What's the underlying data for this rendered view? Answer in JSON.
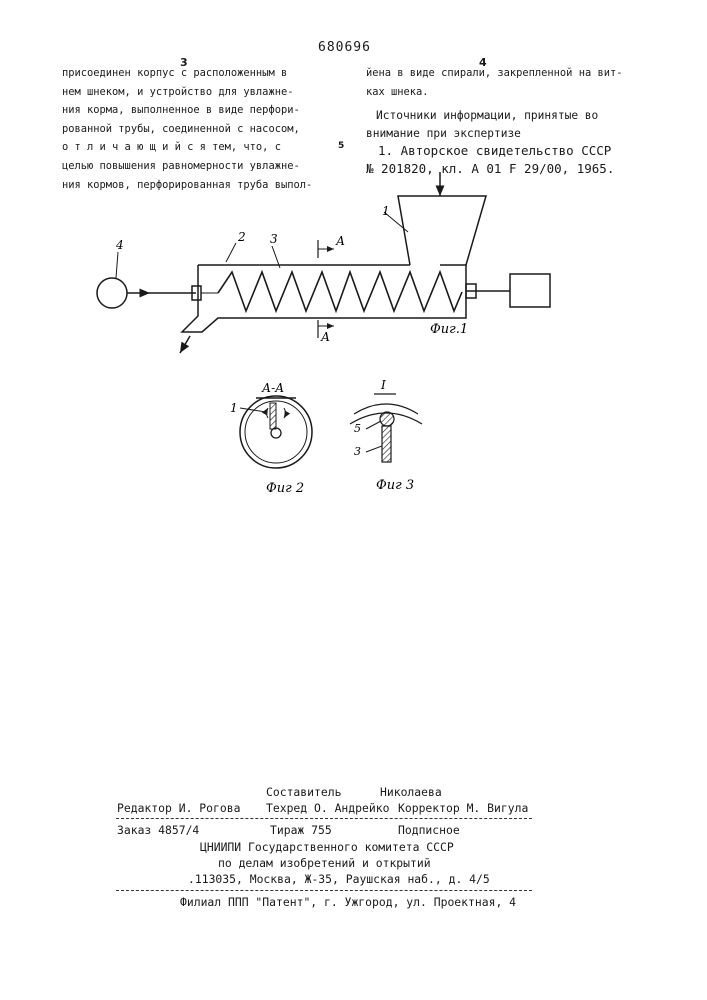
{
  "doc_number": "680696",
  "col_left_number": "3",
  "col_right_number": "4",
  "line_marker": "5",
  "left_lines": [
    "присоединен корпус с расположенным в",
    "нем шнеком, и устройство для увлажне-",
    "ния корма, выполненное в виде перфори-",
    "рованной трубы, соединенной с насосом,",
    "о т л и ч а ю щ и й с я  тем, что, с",
    "целью повышения равномерности увлажне-",
    "ния кормов, перфорированная труба выпол-"
  ],
  "right_lines": [
    "йена в виде спирали, закрепленной на вит-",
    "ках шнека."
  ],
  "sources_heading": [
    "Источники информации, принятые во",
    "внимание при экспертизе"
  ],
  "sources_item": [
    "1. Авторское свидетельство СССР",
    "№ 201820, кл. А 01 F 29/00, 1965."
  ],
  "figures": {
    "fig1": {
      "caption": "Фиг.1",
      "labels": {
        "hopper": "1",
        "housing": "2",
        "auger": "3",
        "pump": "4",
        "section_top": "А",
        "section_bottom": "А"
      }
    },
    "fig2": {
      "caption": "Фиг 2",
      "title": "А-А",
      "label": "1"
    },
    "fig3": {
      "caption": "Фиг 3",
      "title": "I",
      "label_top": "5",
      "label_bottom": "3"
    }
  },
  "imprint": {
    "compiler_label": "Составитель",
    "compiler_name": "Николаева",
    "editor": "Редактор И. Рогова",
    "techred": "Техред О. Андрейко",
    "corrector": "Корректор М. Вигула",
    "order": "Заказ 4857/4",
    "circulation": "Тираж 755",
    "subscription": "Подписное",
    "org1": "ЦНИИПИ Государственного комитета СССР",
    "org2": "по делам изобретений и открытий",
    "address": ".113035, Москва, Ж-35, Раушская наб., д. 4/5",
    "branch": "Филиал ППП \"Патент\", г. Ужгород, ул. Проектная, 4"
  }
}
